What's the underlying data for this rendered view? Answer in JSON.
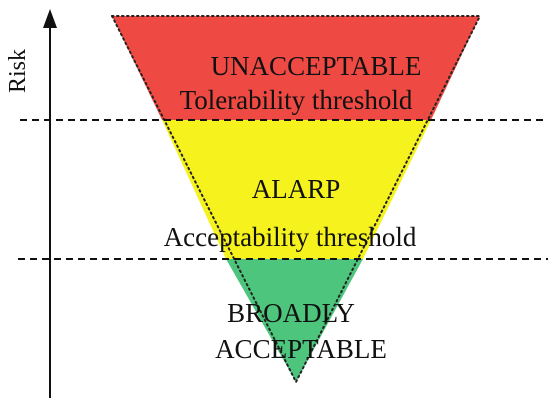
{
  "axis": {
    "label": "Risk"
  },
  "zones": {
    "unacceptable": {
      "label": "UNACCEPTABLE",
      "color": "#ee4a43"
    },
    "alarp": {
      "label": "ALARP",
      "color": "#f6f21d"
    },
    "broadly_acceptable": {
      "label_line1": "BROADLY",
      "label_line2": "ACCEPTABLE",
      "color": "#4dc57d"
    }
  },
  "thresholds": {
    "tolerability": {
      "label": "Tolerability threshold"
    },
    "acceptability": {
      "label": "Acceptability threshold"
    }
  }
}
